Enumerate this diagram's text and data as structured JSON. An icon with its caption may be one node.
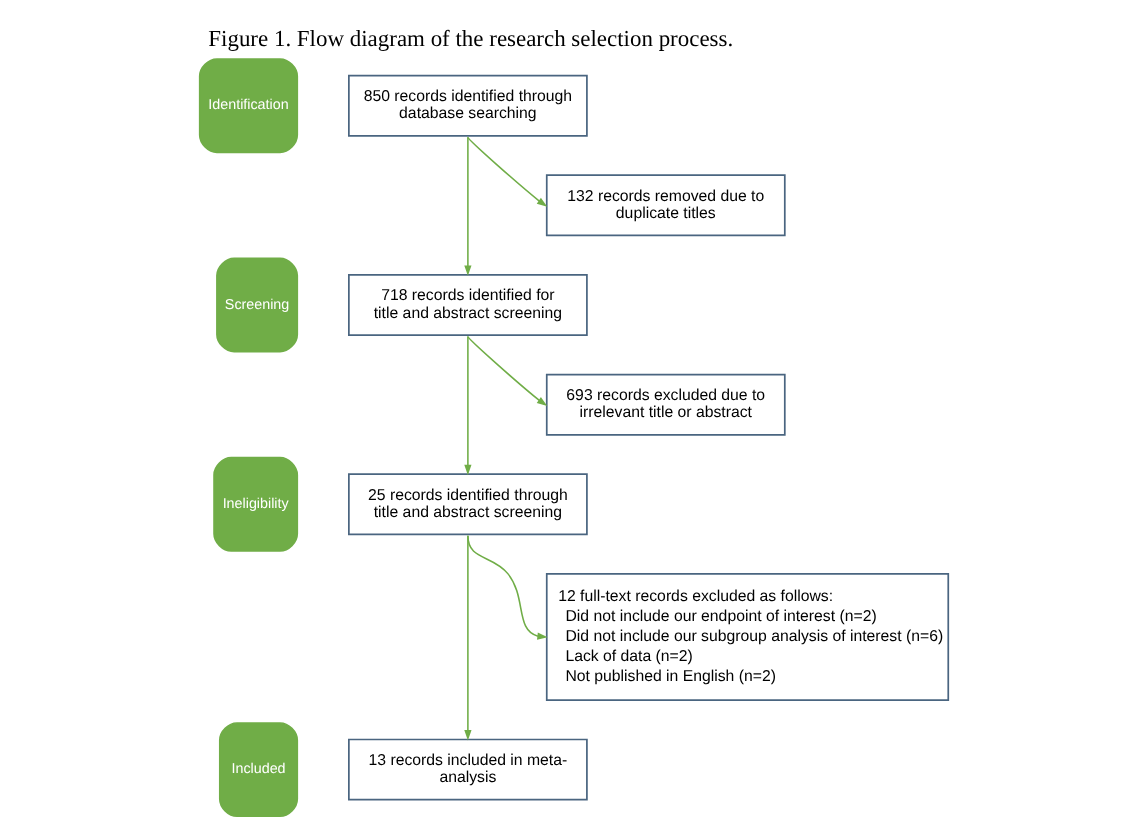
{
  "diagram": {
    "title": "Figure 1. Flow diagram of the research selection process.",
    "nodes": [
      {
        "text": [
          "Identification"
        ]
      },
      {
        "text": [
          "850 records identified through database searching"
        ]
      },
      {
        "text": [
          "132 records removed due to duplicate titles"
        ]
      },
      {
        "text": [
          "Screening"
        ]
      },
      {
        "text": [
          "718 records identified for title and abstract screening"
        ]
      },
      {
        "text": [
          "693 records excluded due to irrelevant title or abstract"
        ]
      },
      {
        "text": [
          "Ineligibility"
        ]
      },
      {
        "text": [
          "25 records identified through title and abstract screening"
        ]
      },
      {
        "text": [
          "12 full-text records excluded as follows:",
          "Did not include our endpoint of interest (n=2)",
          "Did not include our subgroup analysis of interest (n=6)",
          "Lack of data (n=2)",
          "Not published in English (n=2)"
        ]
      },
      {
        "text": [
          "Included"
        ]
      },
      {
        "text": [
          "13 records included in meta-analysis"
        ]
      }
    ],
    "edges": [
      {
        "from": 1,
        "to": 4,
        "arrow": "to"
      },
      {
        "from": 1,
        "to": 2,
        "arrow": "to"
      },
      {
        "from": 4,
        "to": 7,
        "arrow": "to"
      },
      {
        "from": 4,
        "to": 5,
        "arrow": "to"
      },
      {
        "from": 7,
        "to": 10,
        "arrow": "to"
      },
      {
        "from": 7,
        "to": 8,
        "arrow": "to"
      }
    ]
  }
}
